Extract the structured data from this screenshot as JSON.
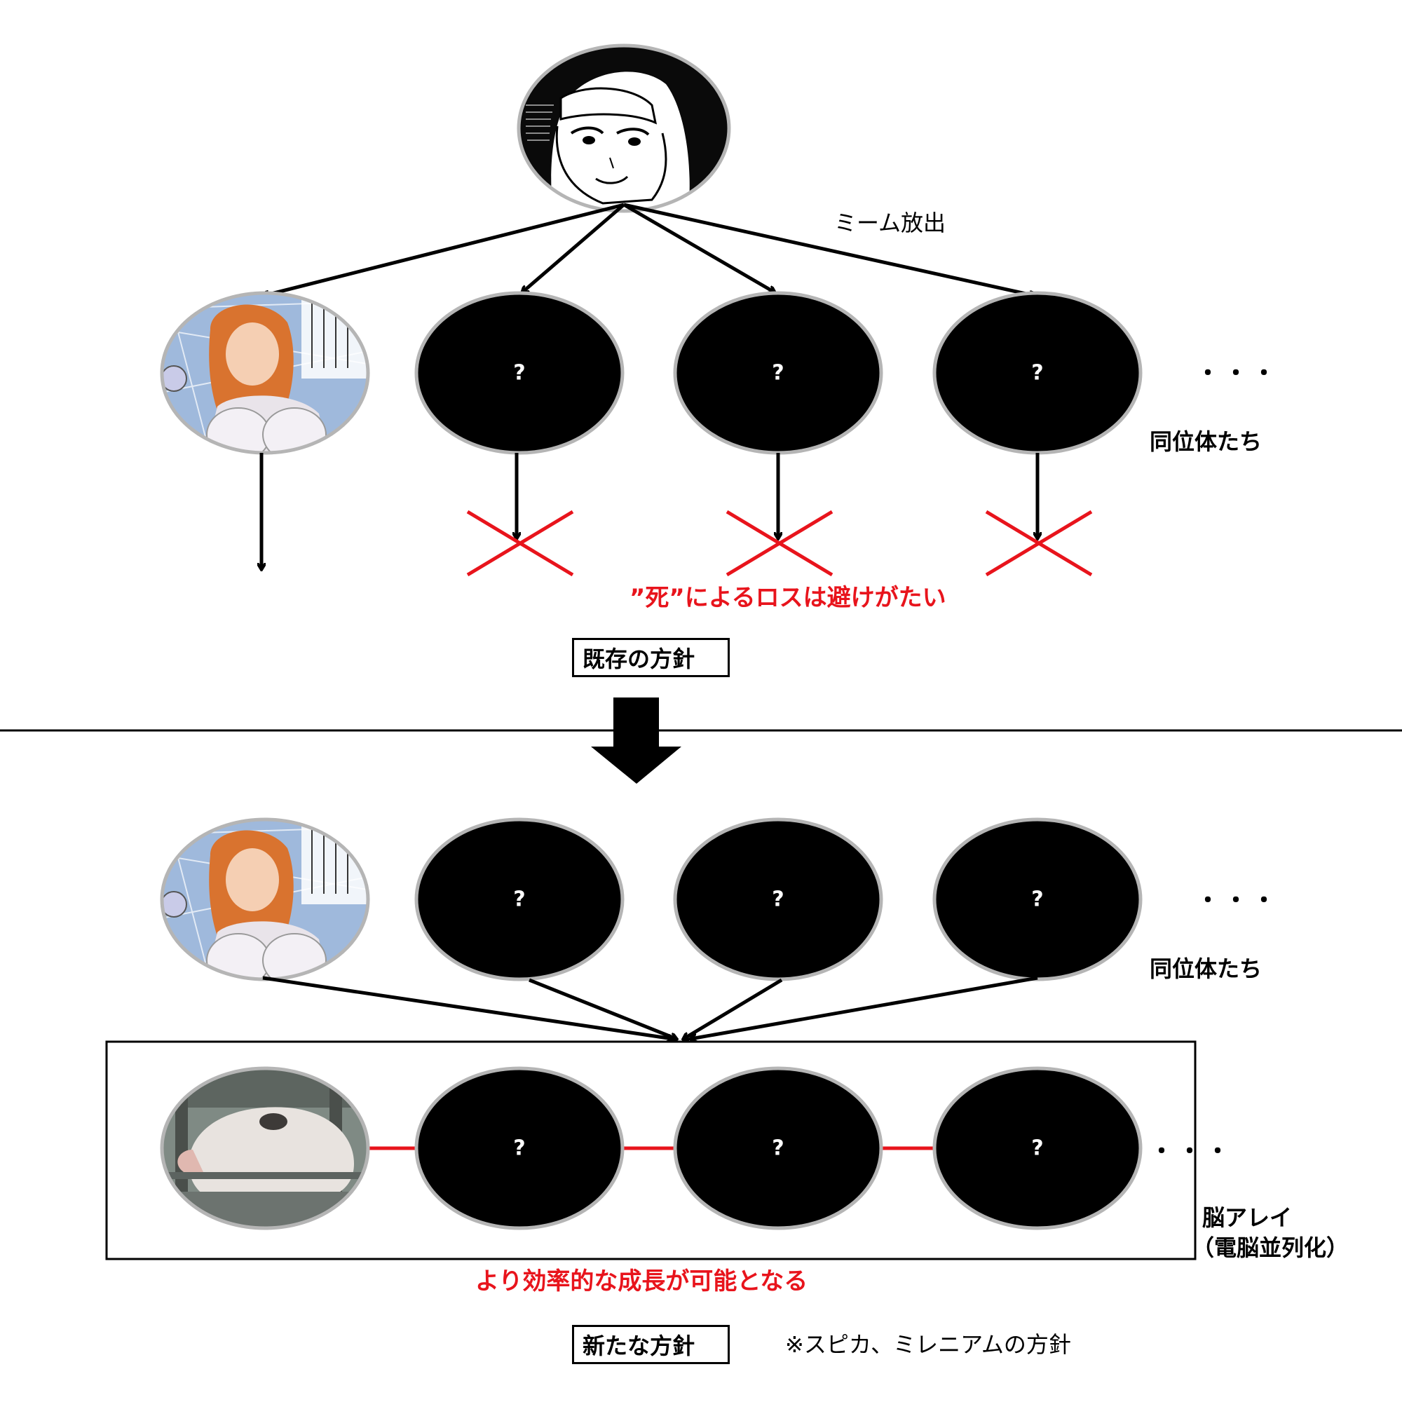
{
  "top": {
    "emit_label": "ミーム放出",
    "isotopes_label": "同位体たち",
    "loss_note": "”死”によるロスは避けがたい",
    "policy_label": "既存の方針",
    "unknown_mark": "?",
    "ellipsis": "・・・"
  },
  "bottom": {
    "isotopes_label": "同位体たち",
    "array_label_line1": "脳アレイ",
    "array_label_line2": "（電脳並列化）",
    "growth_note": "より効率的な成長が可能となる",
    "policy_label": "新たな方針",
    "policy_note": "※スピカ、ミレニアムの方針",
    "unknown_mark": "?",
    "ellipsis": "・・・"
  },
  "colors": {
    "node_fill": "#000000",
    "node_border": "#b5b5b5",
    "accent_red": "#e8141c",
    "hair_orange": "#d9732f",
    "panel_blue": "#9fb9dc"
  },
  "icons": [
    "source-portrait-icon",
    "isotope-portrait-icon",
    "pig-photo-icon",
    "cross-mark-icon",
    "down-block-arrow-icon"
  ]
}
